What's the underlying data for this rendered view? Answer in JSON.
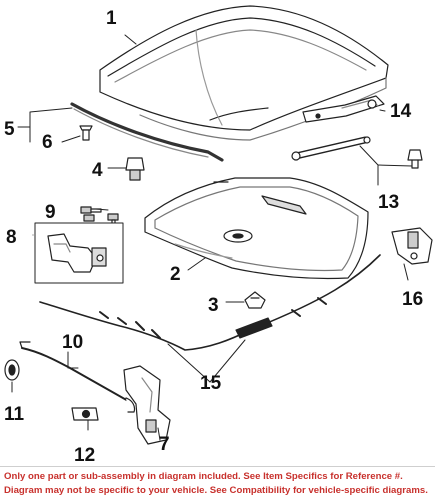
{
  "callouts": {
    "c1": "1",
    "c2": "2",
    "c3": "3",
    "c4": "4",
    "c5": "5",
    "c6": "6",
    "c7": "7",
    "c8": "8",
    "c9": "9",
    "c10": "10",
    "c11": "11",
    "c12": "12",
    "c13": "13",
    "c14": "14",
    "c15": "15",
    "c16": "16"
  },
  "footer": {
    "line1": "Only one part or sub-assembly in diagram included. See Item Specifics for Reference #.",
    "line2": "Diagram may not be specific to your vehicle. See Compatibility for vehicle-specific diagrams."
  },
  "colors": {
    "line": "#222222",
    "part_fill": "#ffffff",
    "shade": "#9a9a9a",
    "footer_text": "#c8312d"
  }
}
